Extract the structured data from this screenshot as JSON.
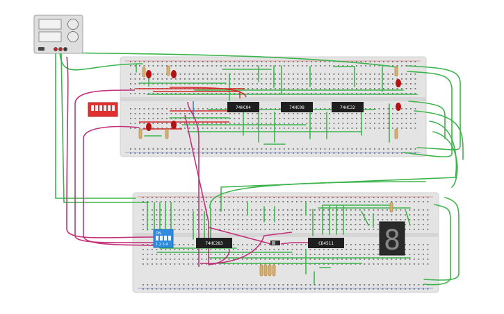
{
  "colors": {
    "board": "#e4e4e4",
    "wire_green": "#3cb44b",
    "wire_magenta": "#c2327a",
    "wire_red": "#d62828",
    "wire_blue": "#3a6fd8",
    "chip": "#1f1f1f",
    "led": "#b31212",
    "dip_red": "#e03030",
    "dip_blue": "#2f8be0",
    "seg_body": "#2a2a2a",
    "seg_lit": "#888888"
  },
  "power_supply": {
    "name": "dc-power-supply"
  },
  "top_breadboard": {
    "chips": [
      {
        "label": "74HC04"
      },
      {
        "label": "74HC08"
      },
      {
        "label": "74HC32"
      }
    ]
  },
  "bottom_breadboard": {
    "chips": [
      {
        "label": "74HC283"
      },
      {
        "label": "CD4511"
      }
    ],
    "dip_switch": {
      "on_label": "ON",
      "numbers": "1 2 3 4"
    },
    "seven_segment_digit": "8"
  }
}
